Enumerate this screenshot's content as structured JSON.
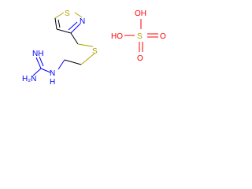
{
  "molecule": {
    "atoms": {
      "ring_s": "S",
      "ring_n": "N",
      "thioether_s": "S",
      "imine": "NH",
      "amine": "H₂N",
      "secondary_n": "N",
      "secondary_h": "H"
    }
  },
  "acid": {
    "atoms": {
      "oh_left": "HO",
      "sulfur": "S",
      "oh_top": "OH",
      "o_right": "O",
      "o_bottom": "O"
    }
  },
  "colors": {
    "nitrogen": "#0000ff",
    "sulfur": "#b2a400",
    "oxygen": "#ff0000",
    "carbon": "#000000"
  }
}
